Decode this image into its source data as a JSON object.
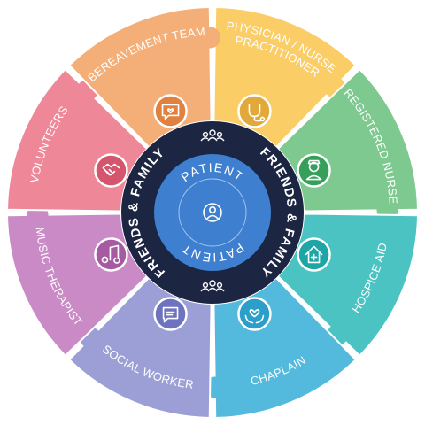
{
  "center": {
    "label_top": "PATIENT",
    "label_bottom": "PATIENT",
    "icon": "person-in-circle-icon",
    "color": "#3f7fcf"
  },
  "ring": {
    "label_left": "FRIENDS & FAMILY",
    "label_right": "FRIENDS & FAMILY",
    "icon": "group-of-people-icon",
    "color": "#1c2541"
  },
  "segments": [
    {
      "name": "physician-nurse-practitioner",
      "lines": [
        "PHYSICIAN / NURSE",
        "PRACTITIONER"
      ],
      "color": "#fbcd67",
      "icon_color": "#e0a93a",
      "icon": "stethoscope-icon"
    },
    {
      "name": "registered-nurse",
      "lines": [
        "REGISTERED NURSE"
      ],
      "color": "#7ec98f",
      "icon_color": "#36a05a",
      "icon": "nurse-icon"
    },
    {
      "name": "hospice-aid",
      "lines": [
        "HOSPICE AID"
      ],
      "color": "#4bc3c2",
      "icon_color": "#1ea6a6",
      "icon": "house-with-cross-icon"
    },
    {
      "name": "chaplain",
      "lines": [
        "CHAPLAIN"
      ],
      "color": "#53b9dd",
      "icon_color": "#2b9fca",
      "icon": "heart-in-hands-icon"
    },
    {
      "name": "social-worker",
      "lines": [
        "SOCIAL WORKER"
      ],
      "color": "#9b9fd6",
      "icon_color": "#6e73bf",
      "icon": "speech-bubble-icon"
    },
    {
      "name": "music-therapist",
      "lines": [
        "MUSIC THERAPIST"
      ],
      "color": "#c98ac6",
      "icon_color": "#a55aa2",
      "icon": "music-note-icon"
    },
    {
      "name": "volunteers",
      "lines": [
        "VOLUNTEERS"
      ],
      "color": "#ee8797",
      "icon_color": "#d4566d",
      "icon": "handshake-icon"
    },
    {
      "name": "bereavement-team",
      "lines": [
        "BEREAVEMENT TEAM"
      ],
      "color": "#f4ae77",
      "icon_color": "#e1813f",
      "icon": "heart-speech-icon"
    }
  ]
}
